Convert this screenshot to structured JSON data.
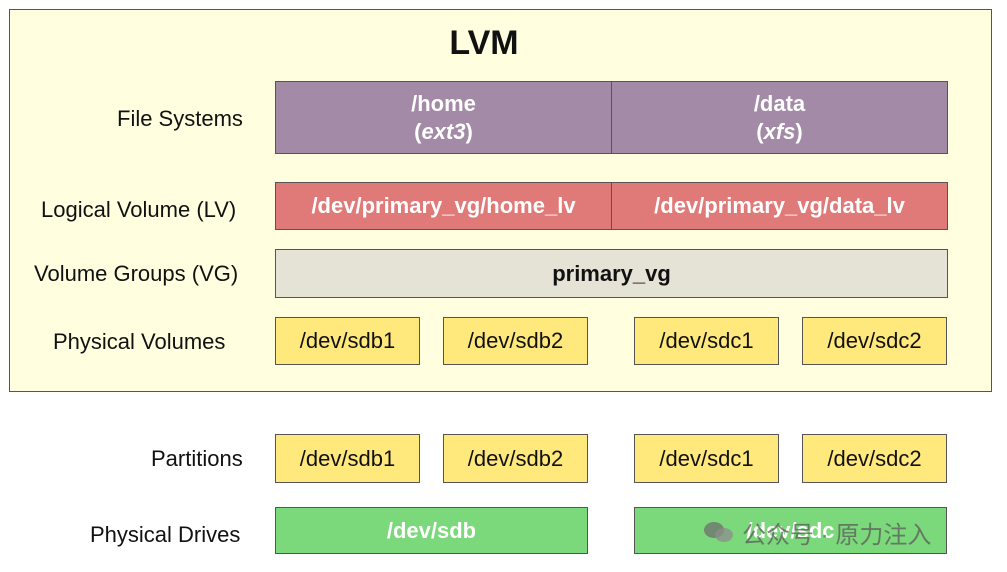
{
  "title": "LVM",
  "labels": {
    "file_systems": "File Systems",
    "logical_volume": "Logical Volume (LV)",
    "volume_groups": "Volume Groups (VG)",
    "physical_volumes": "Physical Volumes",
    "partitions": "Partitions",
    "physical_drives": "Physical Drives"
  },
  "file_systems": [
    {
      "mount": "/home",
      "open": "(",
      "type": "ext3",
      "close": ")"
    },
    {
      "mount": "/data",
      "open": "(",
      "type": "xfs",
      "close": ")"
    }
  ],
  "logical_volumes": [
    "/dev/primary_vg/home_lv",
    "/dev/primary_vg/data_lv"
  ],
  "volume_group": "primary_vg",
  "physical_volumes": [
    "/dev/sdb1",
    "/dev/sdb2",
    "/dev/sdc1",
    "/dev/sdc2"
  ],
  "partitions": [
    "/dev/sdb1",
    "/dev/sdb2",
    "/dev/sdc1",
    "/dev/sdc2"
  ],
  "physical_drives": [
    "/dev/sdb",
    "/dev/sdc"
  ],
  "watermark": "公众号 · 原力注入",
  "colors": {
    "lvm_background": "#ffffe0",
    "file_system": "#a38aa6",
    "logical_volume": "#e07a78",
    "volume_group": "#e4e3d6",
    "physical_volume": "#ffe87c",
    "drive": "#7bd87b"
  }
}
